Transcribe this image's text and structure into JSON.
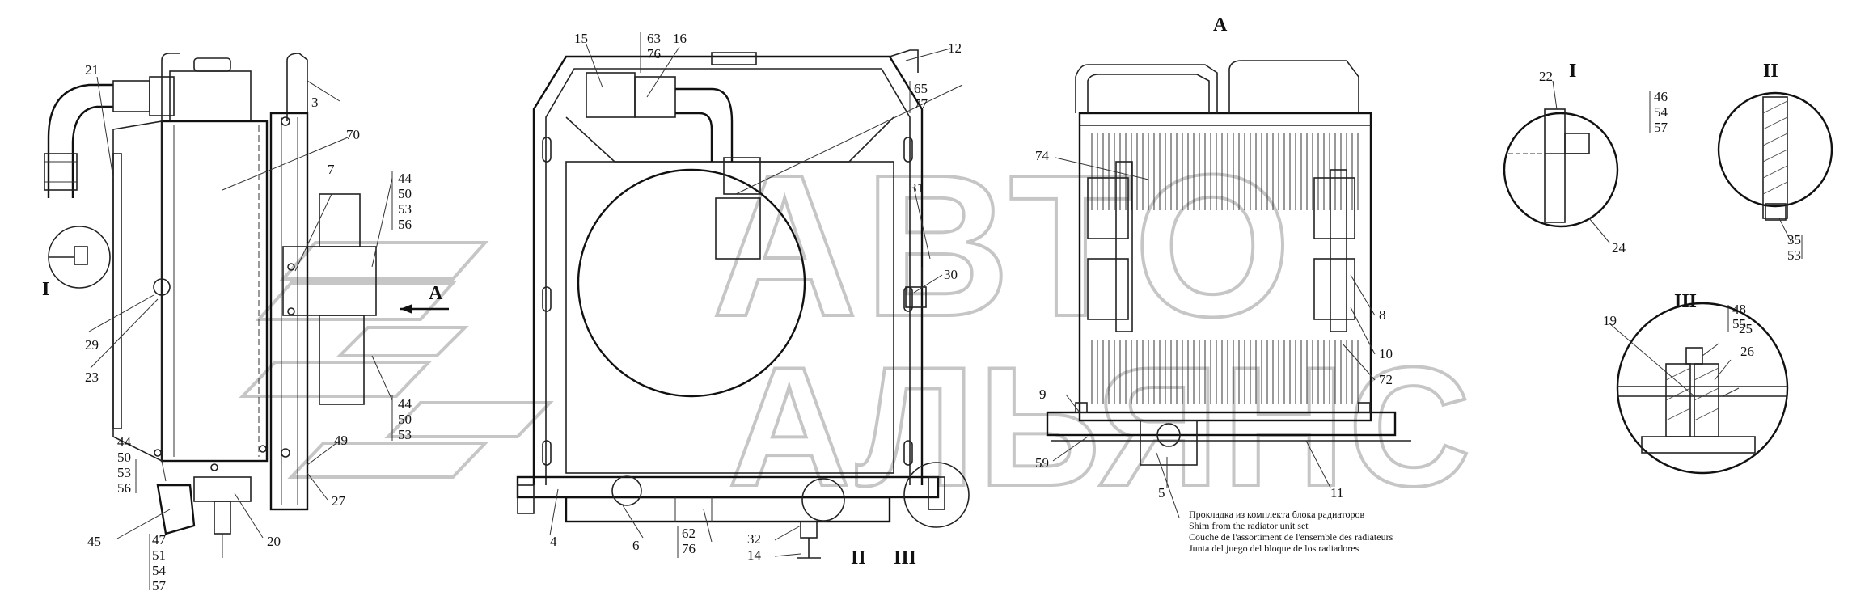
{
  "watermark": {
    "line1": "АВТО",
    "line2": "АЛЬЯНС",
    "color": "#c6c6c6"
  },
  "view_labels": {
    "view_a": "A",
    "arrow_a": "A",
    "detail_1": "I",
    "detail_1_ref": "I",
    "detail_2": "II",
    "detail_2_ref": "II",
    "detail_3": "III",
    "detail_3_ref": "III"
  },
  "callouts": {
    "left": [
      "21",
      "3",
      "70",
      "7",
      "29",
      "23",
      "49",
      "27",
      "45",
      "20"
    ],
    "left_stack_1": [
      "44",
      "50",
      "53",
      "56"
    ],
    "left_stack_2": [
      "44",
      "50",
      "53"
    ],
    "left_stack_3": [
      "44",
      "50",
      "53",
      "56"
    ],
    "left_stack_4": [
      "47",
      "51",
      "54",
      "57"
    ],
    "center": [
      "15",
      "16",
      "12",
      "31",
      "30",
      "4",
      "6",
      "32",
      "14"
    ],
    "center_stack_1": [
      "63",
      "76"
    ],
    "center_stack_2": [
      "65",
      "77"
    ],
    "center_stack_3": [
      "62",
      "76"
    ],
    "right": [
      "74",
      "8",
      "10",
      "72",
      "9",
      "59",
      "5",
      "11"
    ],
    "detail_1": [
      "22",
      "24"
    ],
    "detail_1_stack": [
      "46",
      "54",
      "57"
    ],
    "detail_2_stack": [
      "35",
      "53"
    ],
    "detail_3": [
      "19",
      "25",
      "26"
    ],
    "detail_3_stack": [
      "48",
      "55"
    ]
  },
  "note": [
    "Прокладка из комплекта блока радиаторов",
    "Shim from the radiator unit set",
    "Couche de l'assortiment de l'ensemble des radiateurs",
    "Junta del juego del bloque de los radiadores"
  ]
}
